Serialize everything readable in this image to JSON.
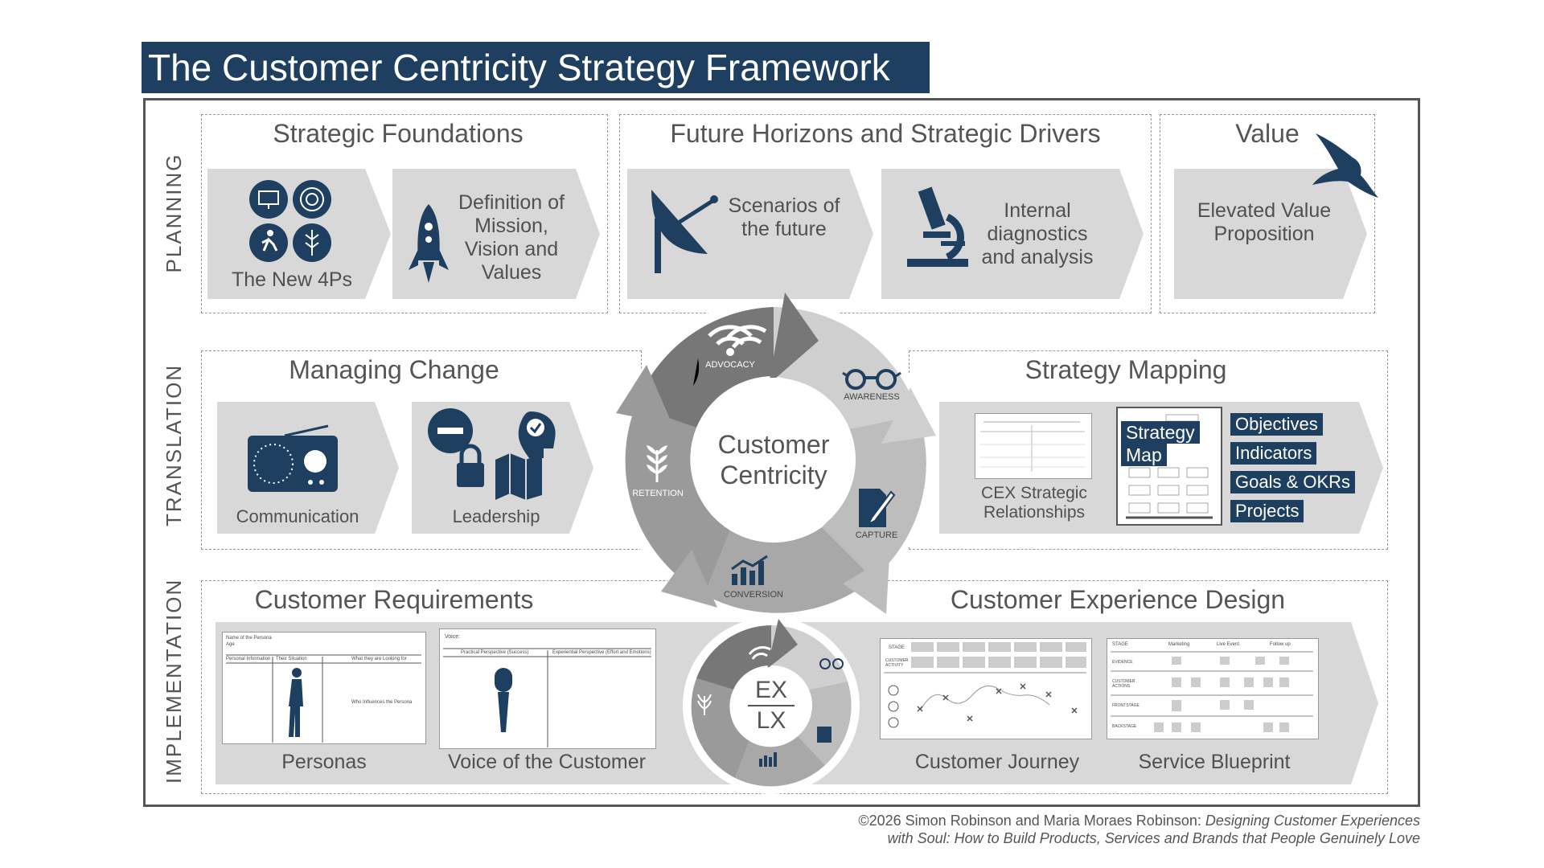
{
  "title": "The Customer Centricity Strategy Framework",
  "bands": {
    "planning": "PLANNING",
    "translation": "TRANSLATION",
    "implementation": "IMPLEMENTATION"
  },
  "planning": {
    "strategic_foundations": {
      "title": "Strategic Foundations",
      "items": [
        "The New 4Ps",
        "Definition of Mission, Vision and Values"
      ]
    },
    "future_horizons": {
      "title": "Future Horizons and Strategic Drivers",
      "items": [
        "Scenarios of the future",
        "Internal diagnostics and analysis"
      ]
    },
    "value": {
      "title": "Value",
      "items": [
        "Elevated Value Proposition"
      ]
    }
  },
  "translation": {
    "managing_change": {
      "title": "Managing Change",
      "items": [
        "Communication",
        "Leadership"
      ]
    },
    "strategy_mapping": {
      "title": "Strategy Mapping",
      "cex": "CEX Strategic Relationships",
      "map_label_1": "Strategy",
      "map_label_2": "Map",
      "tags": [
        "Objectives",
        "Indicators",
        "Goals & OKRs",
        "Projects"
      ]
    }
  },
  "implementation": {
    "customer_requirements": {
      "title": "Customer Requirements",
      "items": [
        "Personas",
        "Voice of the Customer"
      ]
    },
    "cx_design": {
      "title": "Customer Experience Design",
      "items": [
        "Customer Journey",
        "Service Blueprint"
      ]
    }
  },
  "cycle": {
    "center_1": "Customer",
    "center_2": "Centricity",
    "stages": [
      "ADVOCACY",
      "AWARENESS",
      "CAPTURE",
      "CONVERSION",
      "RETENTION"
    ]
  },
  "small_cycle": {
    "center_1": "EX",
    "center_2": "LX"
  },
  "persona_card": {
    "name": "Name of the Persona",
    "age": "Age",
    "col1": "Personal Information",
    "col2": "Their Situation",
    "col3": "What they are Looking for",
    "col4": "Who Influences the Persona"
  },
  "voc_card": {
    "head": "Voice:",
    "col1": "Practical Perspective (Success)",
    "col2": "Experiential Perspective (Effort and Emotions)"
  },
  "journey_card": {
    "stage": "STAGE",
    "activity": "CUSTOMER ACTIVITY"
  },
  "blueprint_card": {
    "stage": "STAGE",
    "phases": [
      "Marketing",
      "Live Event",
      "Follow up"
    ],
    "rows": [
      "EVIDENCE",
      "CUSTOMER ACTIONS",
      "FRONTSTAGE",
      "BACKSTAGE"
    ]
  },
  "credit": {
    "line1_plain": "©2026 Simon Robinson and Maria Moraes Robinson: ",
    "line1_italic": "Designing Customer Experiences",
    "line2_italic": "with Soul: How to Build Products, Services and Brands that People Genuinely Love"
  },
  "colors": {
    "navy": "#1e3f5f",
    "grey_light": "#d8d8d8",
    "grey_mid": "#9e9e9e",
    "grey_dark": "#6f6f6f"
  }
}
